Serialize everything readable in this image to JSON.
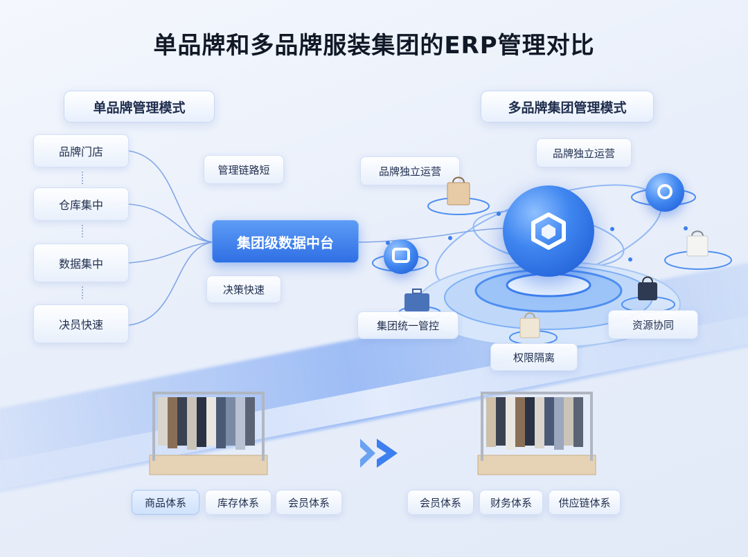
{
  "title": "单品牌和多品牌服装集团的ERP管理对比",
  "left_panel": {
    "heading": "单品牌管理模式",
    "steps": [
      "品牌门店",
      "仓库集中",
      "数据集中",
      "决员快速"
    ],
    "notes": [
      "管理链路短",
      "决策快速"
    ],
    "hub": "集团级数据中台",
    "systems": [
      "商品体系",
      "库存体系",
      "会员体系"
    ]
  },
  "right_panel": {
    "heading": "多品牌集团管理模式",
    "labels": [
      "品牌独立运营",
      "品牌独立运营",
      "集团统一管控",
      "权限隔离",
      "资源协同"
    ],
    "systems": [
      "会员体系",
      "财务体系",
      "供应链体系"
    ]
  },
  "colors": {
    "accent": "#2f6fe4",
    "title": "#111826",
    "text": "#1f2d4d"
  },
  "icons": [
    "hexagon-logo-icon",
    "shopping-bag-icon",
    "clothing-rack-icon",
    "double-chevron-right-icon"
  ]
}
